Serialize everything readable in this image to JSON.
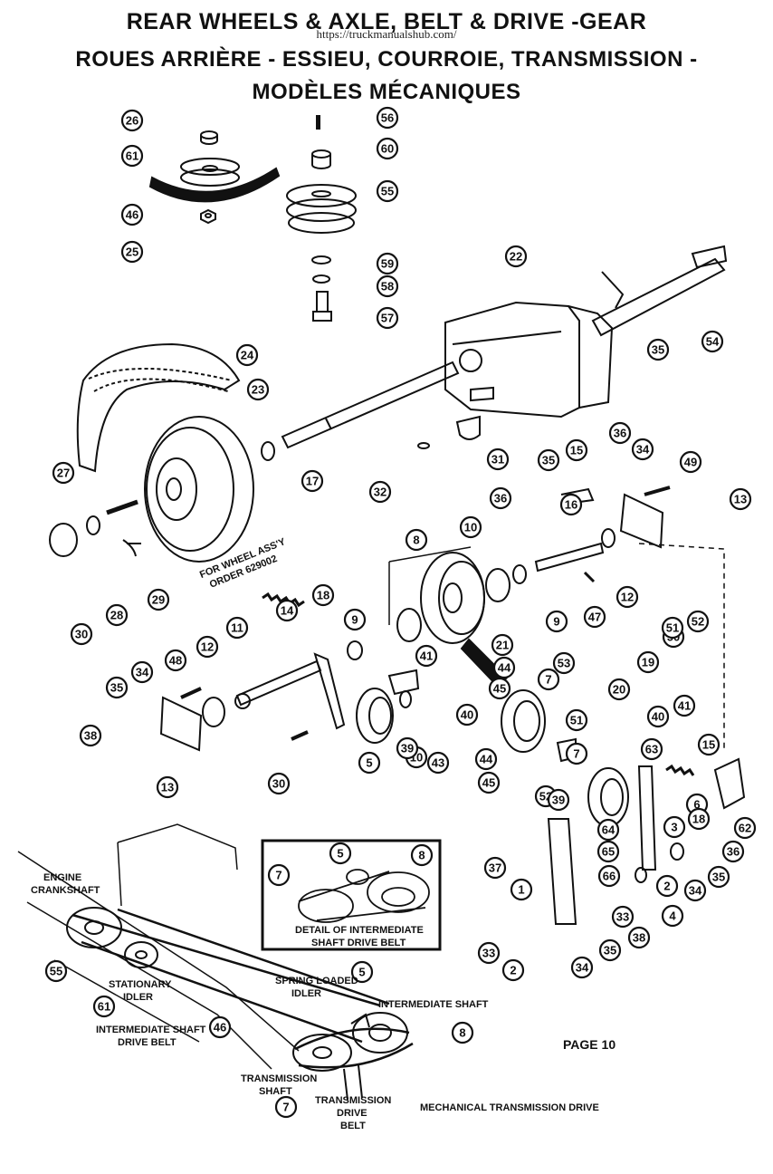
{
  "title": {
    "line1": "REAR WHEELS & AXLE, BELT & DRIVE -GEAR",
    "line2": "ROUES ARRIÈRE - ESSIEU, COURROIE, TRANSMISSION -",
    "line3": "MODÈLES MÉCANIQUES"
  },
  "watermark_url": "https://truckmanualshub.com/",
  "page": "PAGE 10",
  "wheel_note": [
    "FOR WHEEL ASS'Y",
    "ORDER 629002"
  ],
  "detail_caption": [
    "DETAIL OF INTERMEDIATE",
    "SHAFT DRIVE BELT"
  ],
  "drive_labels": {
    "engine_crankshaft": [
      "ENGINE",
      "CRANKSHAFT"
    ],
    "stationary_idler": [
      "STATIONARY",
      "IDLER"
    ],
    "spring_loaded_idler": [
      "SPRING LOADED",
      "IDLER"
    ],
    "intermediate_shaft": "INTERMEDIATE SHAFT",
    "intermediate_shaft_drive_belt": [
      "INTERMEDIATE SHAFT",
      "DRIVE BELT"
    ],
    "transmission_shaft": [
      "TRANSMISSION",
      "SHAFT"
    ],
    "transmission_drive_belt": [
      "TRANSMISSION",
      "DRIVE",
      "BELT"
    ],
    "mechanical_transmission_drive": "MECHANICAL TRANSMISSION DRIVE"
  },
  "callouts": [
    {
      "n": "26"
    },
    {
      "n": "61"
    },
    {
      "n": "46"
    },
    {
      "n": "25"
    },
    {
      "n": "56"
    },
    {
      "n": "60"
    },
    {
      "n": "55"
    },
    {
      "n": "59"
    },
    {
      "n": "58"
    },
    {
      "n": "57"
    },
    {
      "n": "22"
    },
    {
      "n": "24"
    },
    {
      "n": "23"
    },
    {
      "n": "35"
    },
    {
      "n": "54"
    },
    {
      "n": "27"
    },
    {
      "n": "17"
    },
    {
      "n": "32"
    },
    {
      "n": "31"
    },
    {
      "n": "35"
    },
    {
      "n": "15"
    },
    {
      "n": "36"
    },
    {
      "n": "34"
    },
    {
      "n": "49"
    },
    {
      "n": "36"
    },
    {
      "n": "16"
    },
    {
      "n": "13"
    },
    {
      "n": "30"
    },
    {
      "n": "28"
    },
    {
      "n": "29"
    },
    {
      "n": "8"
    },
    {
      "n": "10"
    },
    {
      "n": "12"
    },
    {
      "n": "9"
    },
    {
      "n": "9"
    },
    {
      "n": "47"
    },
    {
      "n": "14"
    },
    {
      "n": "18"
    },
    {
      "n": "11"
    },
    {
      "n": "48"
    },
    {
      "n": "12"
    },
    {
      "n": "34"
    },
    {
      "n": "35"
    },
    {
      "n": "38"
    },
    {
      "n": "13"
    },
    {
      "n": "21"
    },
    {
      "n": "41"
    },
    {
      "n": "44"
    },
    {
      "n": "45"
    },
    {
      "n": "7"
    },
    {
      "n": "53"
    },
    {
      "n": "40"
    },
    {
      "n": "10"
    },
    {
      "n": "5"
    },
    {
      "n": "39"
    },
    {
      "n": "43"
    },
    {
      "n": "30"
    },
    {
      "n": "20"
    },
    {
      "n": "51"
    },
    {
      "n": "44"
    },
    {
      "n": "45"
    },
    {
      "n": "52"
    },
    {
      "n": "19"
    },
    {
      "n": "50"
    },
    {
      "n": "51"
    },
    {
      "n": "52"
    },
    {
      "n": "40"
    },
    {
      "n": "41"
    },
    {
      "n": "63"
    },
    {
      "n": "15"
    },
    {
      "n": "7"
    },
    {
      "n": "6"
    },
    {
      "n": "18"
    },
    {
      "n": "62"
    },
    {
      "n": "3"
    },
    {
      "n": "39"
    },
    {
      "n": "64"
    },
    {
      "n": "65"
    },
    {
      "n": "36"
    },
    {
      "n": "37"
    },
    {
      "n": "66"
    },
    {
      "n": "2"
    },
    {
      "n": "34"
    },
    {
      "n": "35"
    },
    {
      "n": "1"
    },
    {
      "n": "33"
    },
    {
      "n": "4"
    },
    {
      "n": "38"
    },
    {
      "n": "35"
    },
    {
      "n": "33"
    },
    {
      "n": "2"
    },
    {
      "n": "34"
    },
    {
      "n": "5"
    },
    {
      "n": "8"
    },
    {
      "n": "7"
    },
    {
      "n": "55"
    },
    {
      "n": "61"
    },
    {
      "n": "46"
    },
    {
      "n": "5"
    },
    {
      "n": "8"
    },
    {
      "n": "7"
    }
  ]
}
